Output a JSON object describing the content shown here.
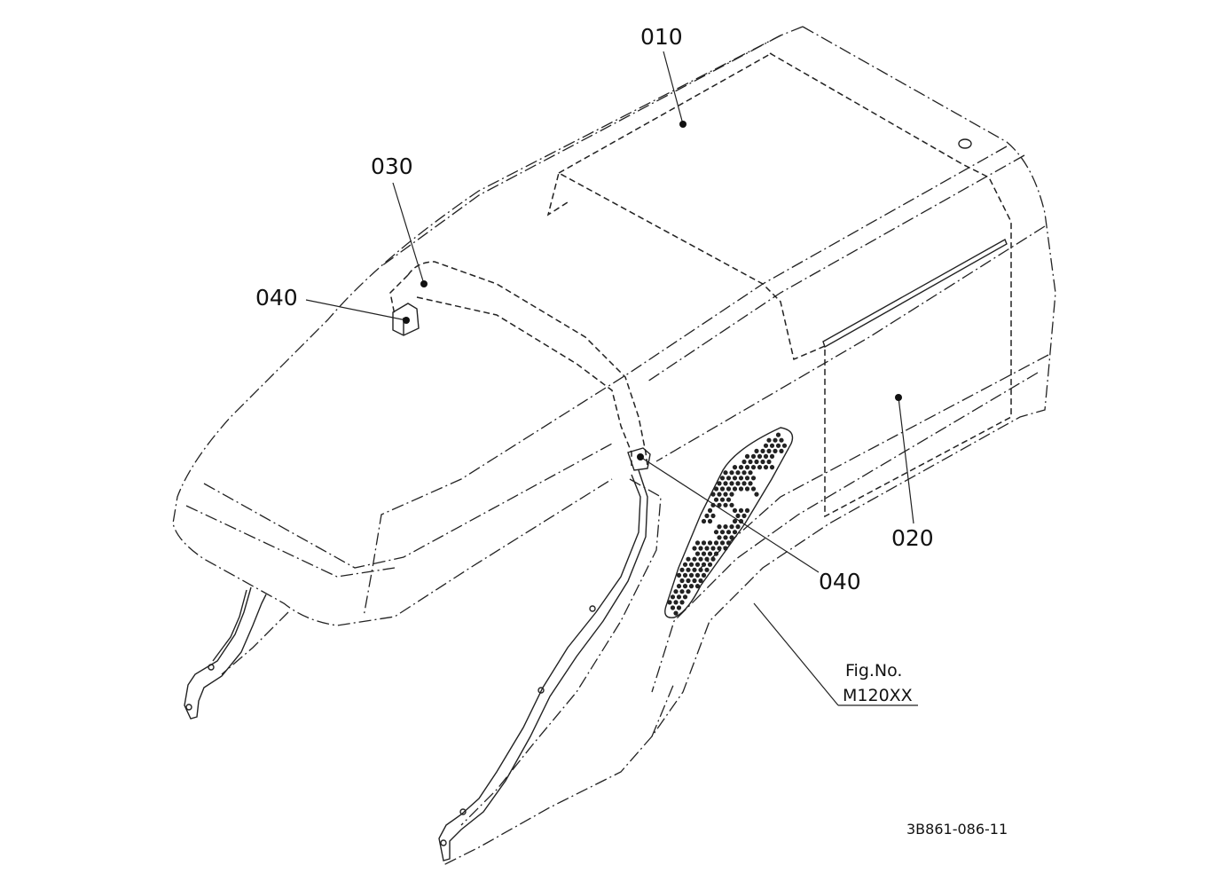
{
  "parts": [
    {
      "id": "p010",
      "label": "010"
    },
    {
      "id": "p020",
      "label": "020"
    },
    {
      "id": "p030",
      "label": "030"
    },
    {
      "id": "p040a",
      "label": "040"
    },
    {
      "id": "p040b",
      "label": "040"
    }
  ],
  "figure": {
    "fig_no_label": "Fig.No.",
    "fig_no_value": "M120XX"
  },
  "drawing_code": "3B861-086-11"
}
